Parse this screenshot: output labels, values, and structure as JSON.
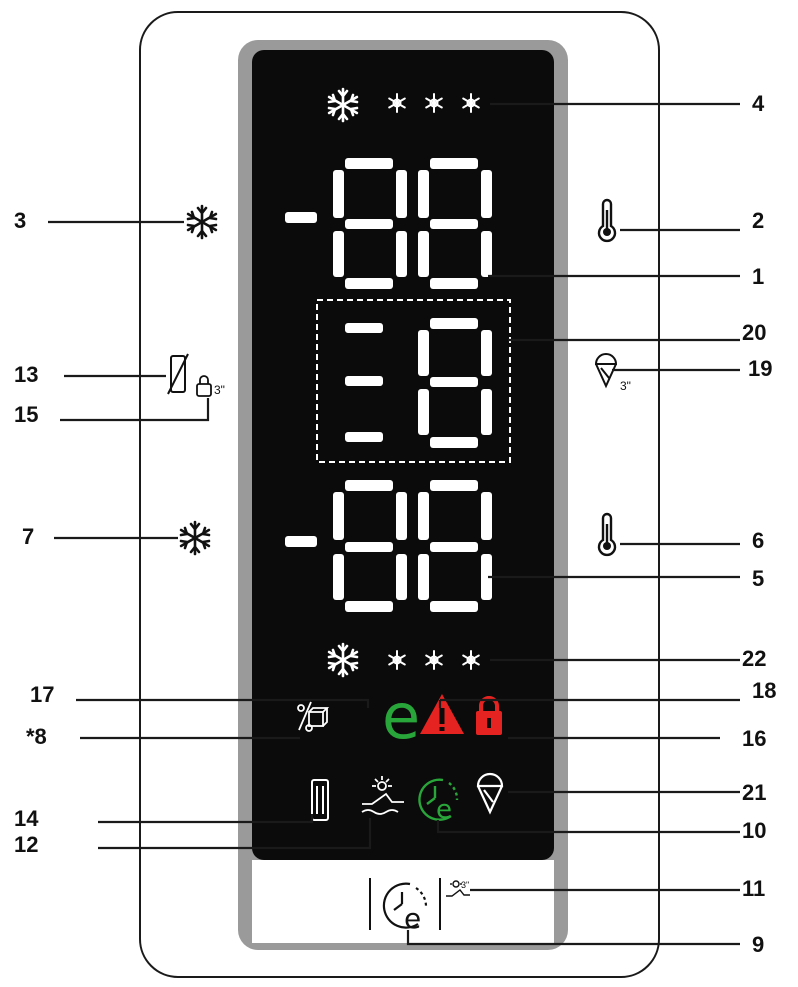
{
  "callouts": [
    "1",
    "2",
    "3",
    "4",
    "5",
    "6",
    "7",
    "*8",
    "9",
    "10",
    "11",
    "12",
    "13",
    "14",
    "15",
    "16",
    "17",
    "18",
    "19",
    "20",
    "21",
    "22"
  ],
  "icon_labels": {
    "three_sec": "3\"",
    "eco_letter": "e"
  },
  "colors": {
    "panel_bg": "#0b0b0b",
    "panel_frame": "#9a9a9a",
    "segment": "#ffffff",
    "eco_green": "#29a63a",
    "alarm_red": "#e52421",
    "leader": "#1a1a1a"
  },
  "icons": [
    "snowflake-icon",
    "thermometer-icon",
    "ice-cube-icon",
    "alarm-triangle-icon",
    "lock-icon",
    "ice-cream-icon",
    "water-filter-icon",
    "vacation-sun-icon",
    "eco-timer-icon",
    "seven-segment-display"
  ]
}
